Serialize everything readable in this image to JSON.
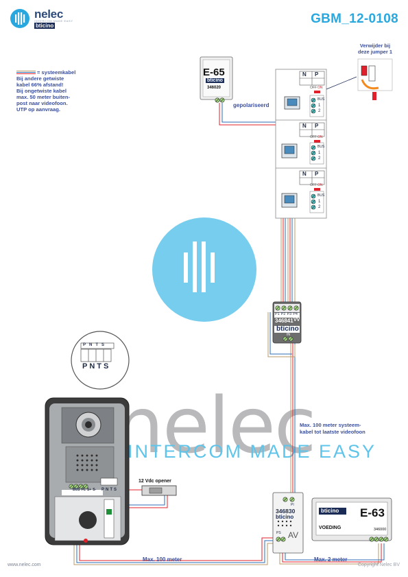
{
  "header": {
    "brand_name": "nelec",
    "brand_tagline": "INTERCOM MADE EASY",
    "brand_sub": "bticino",
    "doc_id": "GBM_12-0108"
  },
  "legend": {
    "title": "= systeemkabel",
    "lines": [
      "Bij andere getwiste",
      "kabel 66% afstand!",
      "Bij ongetwiste kabel",
      "max. 50 meter buiten-",
      "post naar videofoon.",
      "UTP op aanvraag."
    ]
  },
  "power_supply_top": {
    "model": "E-65",
    "brand": "bticino",
    "code": "346020"
  },
  "jumper_note": [
    "Verwijder bij",
    "deze jumper 1"
  ],
  "polarized_label": "gepolariseerd",
  "videophones": [
    {
      "terminals": [
        "N",
        "P"
      ],
      "switch": [
        "OFF",
        "ON"
      ],
      "bus": [
        "BUS",
        "1",
        "2"
      ]
    },
    {
      "terminals": [
        "N",
        "P"
      ],
      "switch": [
        "OFF",
        "ON"
      ],
      "bus": [
        "BUS",
        "1",
        "2"
      ]
    },
    {
      "terminals": [
        "N",
        "P"
      ],
      "switch": [
        "OFF",
        "ON"
      ],
      "bus": [
        "BUS",
        "1",
        "2"
      ]
    }
  ],
  "distributor": {
    "ports": [
      "P1",
      "P2",
      "P3",
      "P4"
    ],
    "model": "346841",
    "suffix": "VV",
    "brand": "bticino",
    "input": "IN"
  },
  "panel_terminals": {
    "labels": [
      "P",
      "N",
      "T",
      "S"
    ]
  },
  "entrance_panel": {
    "bus_labels": [
      "BUS",
      "PL",
      "S+",
      "S-"
    ],
    "terminal_labels": [
      "P",
      "N",
      "T",
      "S"
    ]
  },
  "opener_label": "12 Vdc opener",
  "max_system_label": [
    "Max. 100 meter systeem-",
    "kabel tot laatste videofoon"
  ],
  "av_module": {
    "input": "PI",
    "model": "346830",
    "brand": "bticino",
    "bottom": "PS",
    "mark": "AV"
  },
  "power_supply_bottom": {
    "brand": "bticino",
    "model": "E-63",
    "label": "VOEDING",
    "code": "346000"
  },
  "distance_labels": {
    "left": "Max. 100 meter",
    "right": "Max. 2 meter"
  },
  "footer": {
    "left": "www.nelec.com",
    "right": "Copyright Nelec BV"
  },
  "watermark": {
    "word": "nelec",
    "tagline": "INTERCOM MADE EASY"
  },
  "colors": {
    "accent": "#29a8df",
    "brand_blue": "#2c4a7a",
    "cable_red": "#e0202b",
    "cable_blue": "#2e6bb5",
    "cable_tan": "#b99a6a"
  }
}
